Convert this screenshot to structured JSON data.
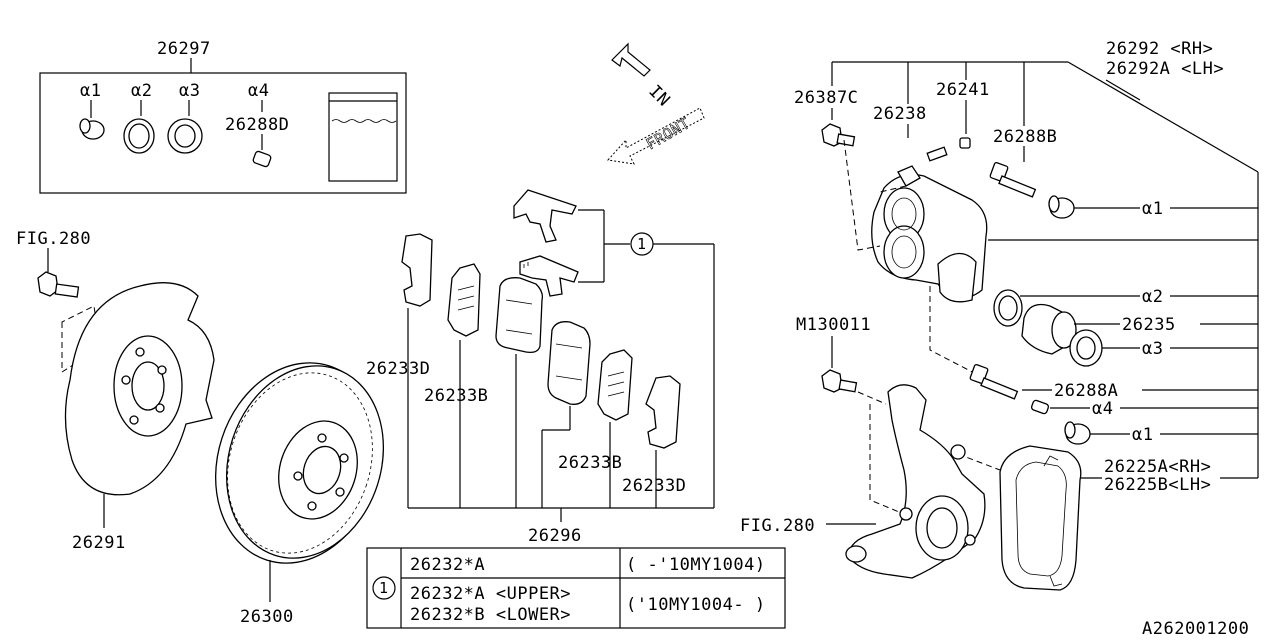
{
  "labels": {
    "kit": "26297",
    "a1": "α1",
    "a2": "α2",
    "a3": "α3",
    "a4": "α4",
    "kit_pin": "26288D",
    "fig280_top": "FIG.280",
    "in_arrow": "IN",
    "front_arrow": "FRONT",
    "shield": "26291",
    "rotor": "26300",
    "pad_26233D_left": "26233D",
    "pad_26233B_left": "26233B",
    "pad_26233B_right": "26233B",
    "pad_26233D_right": "26233D",
    "pad_set": "26296",
    "circle_ref": "1",
    "caliper_rh": "26292 <RH>",
    "caliper_lh": "26292A <LH>",
    "bolt_26387C": "26387C",
    "part_26238": "26238",
    "part_26241": "26241",
    "part_26288B": "26288B",
    "right_a1_top": "α1",
    "right_a2": "α2",
    "part_26235": "26235",
    "right_a3": "α3",
    "part_26288A": "26288A",
    "right_a4": "α4",
    "right_a1_bottom": "α1",
    "bolt_m130011": "M130011",
    "fig280_knuckle": "FIG.280",
    "bracket_rh": "26225A<RH>",
    "bracket_lh": "26225B<LH>",
    "drawing_id": "A262001200"
  },
  "table": {
    "circle": "1",
    "rows": [
      {
        "part": "26232*A",
        "applicability": "( -'10MY1004)"
      },
      {
        "part": "26232*A <UPPER>",
        "part2": "26232*B <LOWER>",
        "applicability": "('10MY1004- )"
      }
    ]
  }
}
